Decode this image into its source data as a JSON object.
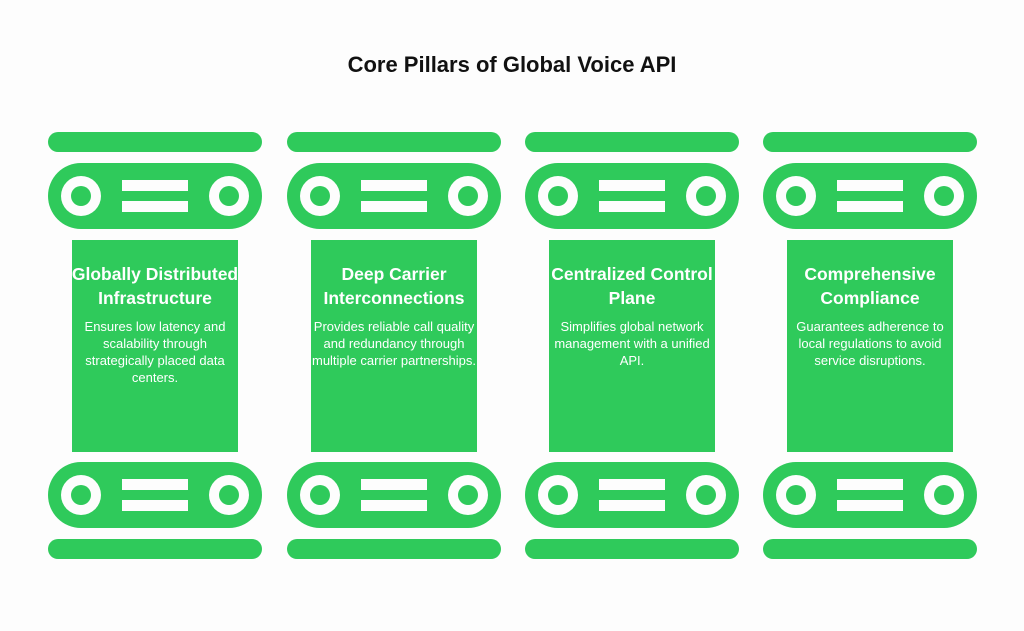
{
  "title": "Core Pillars of Global Voice API",
  "colors": {
    "pillar": "#2fca5b",
    "text": "#ffffff",
    "background": "#fdfdfd"
  },
  "pillars": [
    {
      "heading": "Globally Distributed Infrastructure",
      "description": "Ensures low latency and scalability through strategically placed data centers."
    },
    {
      "heading": "Deep Carrier Interconnections",
      "description": "Provides reliable call quality and redundancy through multiple carrier partnerships."
    },
    {
      "heading": "Centralized Control Plane",
      "description": "Simplifies global network management with a unified API."
    },
    {
      "heading": "Comprehensive Compliance",
      "description": "Guarantees adherence to local regulations to avoid service disruptions."
    }
  ]
}
